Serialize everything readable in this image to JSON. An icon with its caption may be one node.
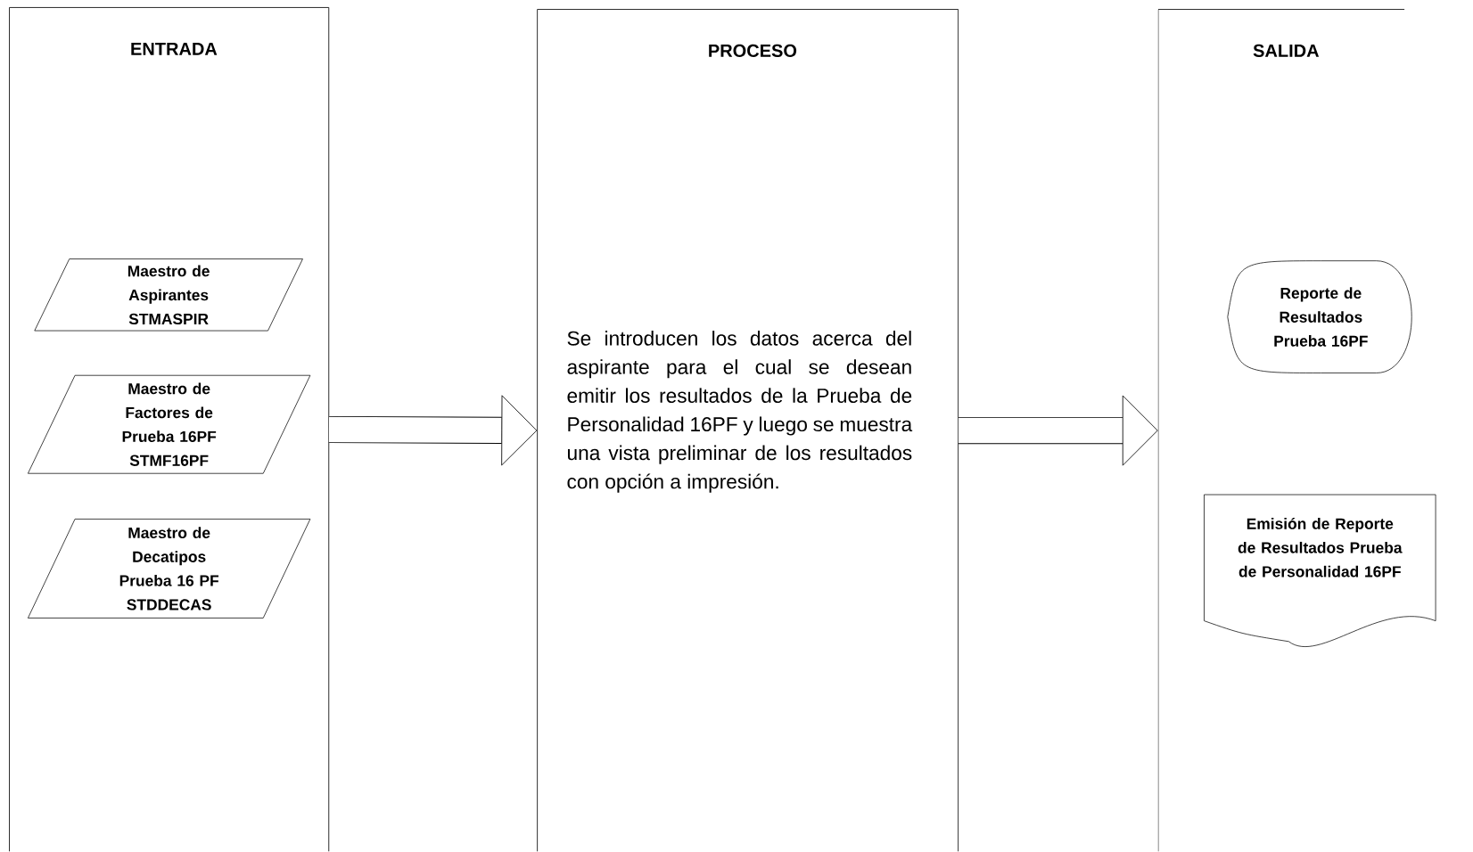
{
  "diagram": {
    "nodes": [
      {
        "text": [
          "ENTRADA"
        ]
      },
      {
        "text": [
          "Maestro de Aspirantes STMASPIR"
        ],
        "in": 0
      },
      {
        "text": [
          "Maestro de Factores de Prueba 16PF STMF16PF"
        ],
        "in": 0
      },
      {
        "text": [
          "Maestro de Decatipos Prueba 16 PF STDDECAS"
        ],
        "in": 0
      },
      {
        "text": [
          "PROCESO",
          "Se introducen los datos acerca del aspirante para el cual se desean emitir los resultados de la Prueba de Personalidad 16PF y luego se muestra una vista preliminar de los resultados con opción a impresión."
        ]
      },
      {
        "text": [
          "SALIDA"
        ]
      },
      {
        "text": [
          "Reporte de Resultados Prueba 16PF"
        ],
        "in": 5
      },
      {
        "text": [
          "Emisión de Reporte de Resultados Prueba de Personalidad 16PF"
        ],
        "in": 5
      }
    ],
    "edges": [
      {
        "from": 0,
        "to": 4,
        "arrow": "to"
      },
      {
        "from": 4,
        "to": 5,
        "arrow": "to"
      }
    ]
  }
}
